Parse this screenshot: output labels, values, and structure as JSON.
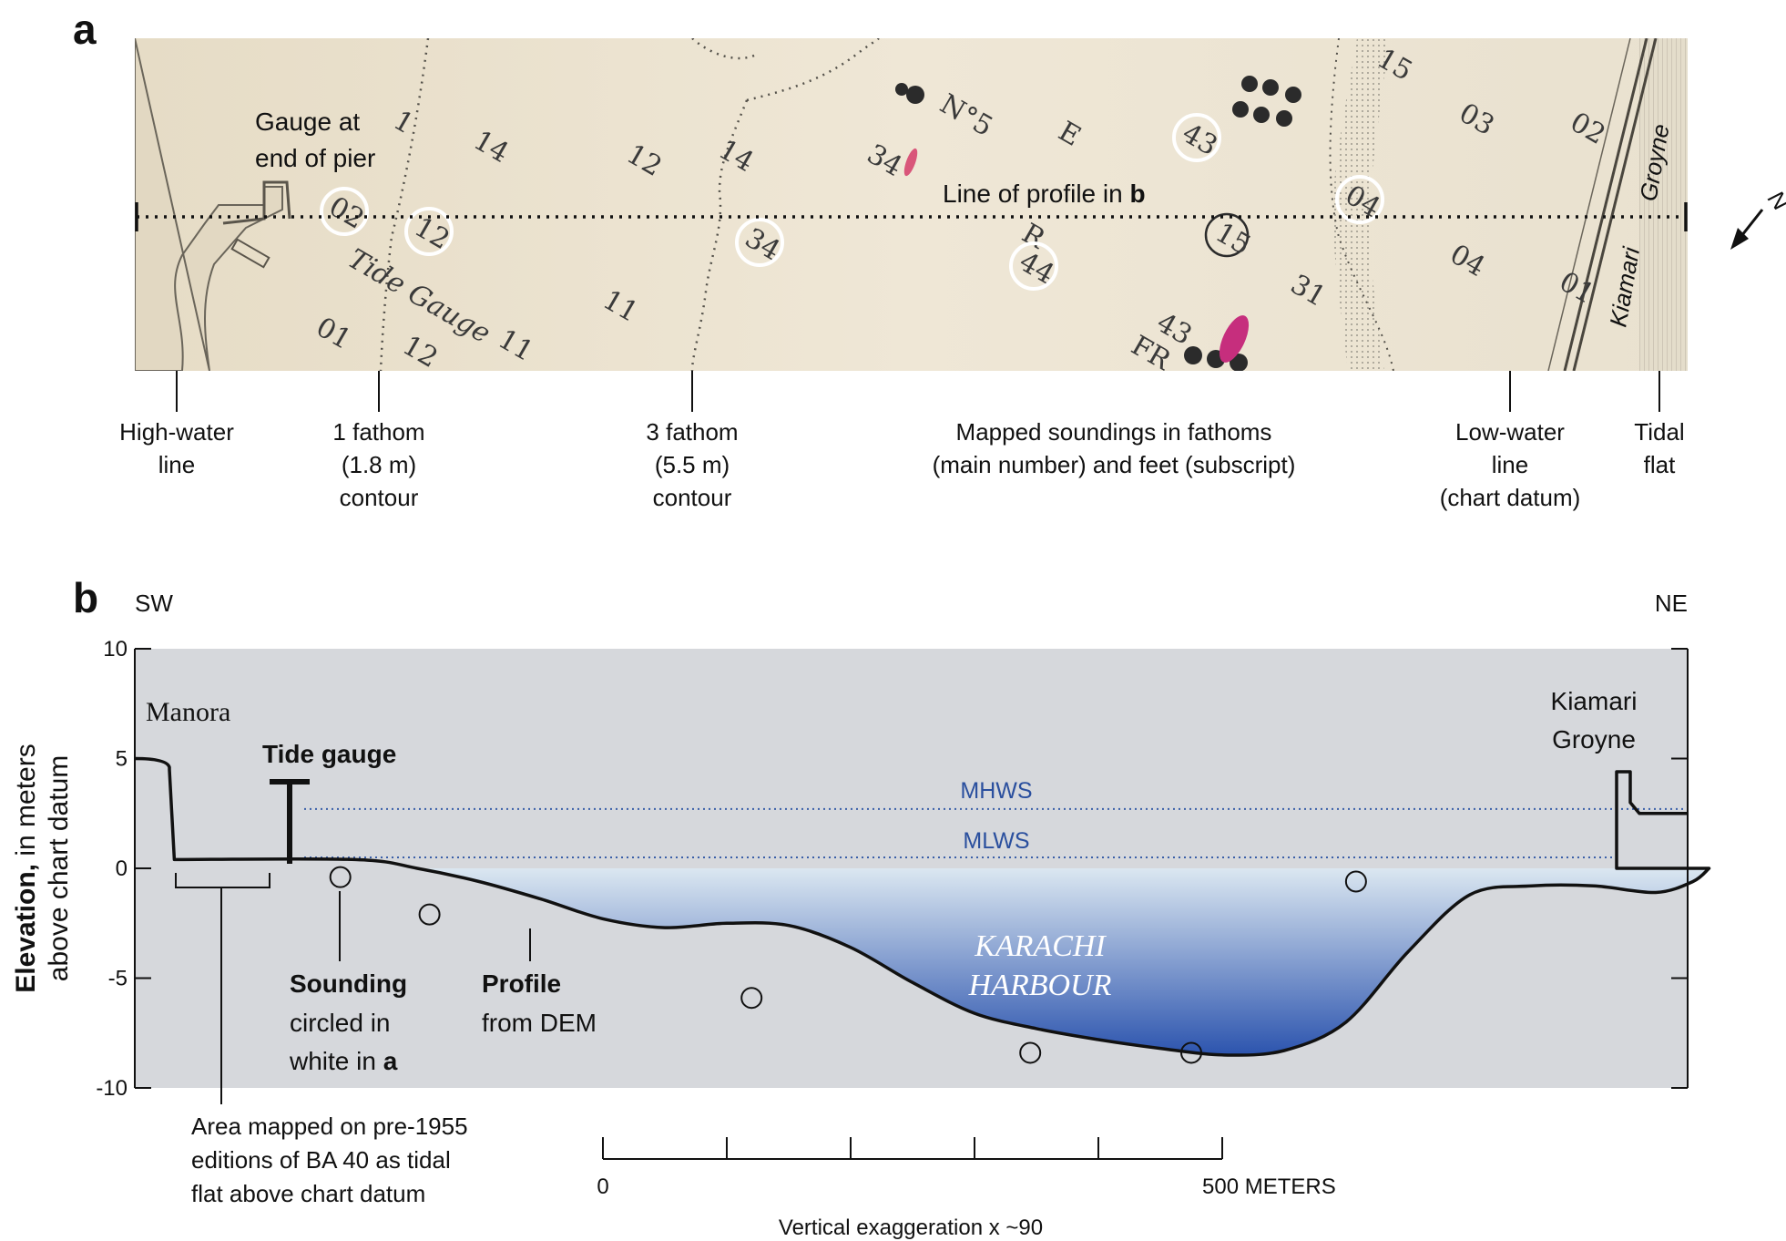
{
  "panel_a": {
    "letter": "a",
    "gauge_label_line1": "Gauge at",
    "gauge_label_line2": "end of pier",
    "profile_line_label_prefix": "Line of profile in ",
    "profile_line_label_bold": "b",
    "map_lettering": {
      "tide_gauge": "Tide Gauge",
      "kiamari": "Kiamari",
      "groyne": "Groyne",
      "no5": "N°5",
      "e": "E",
      "r": "R",
      "fr": "FR",
      "circle15": "15"
    },
    "circled_soundings": [
      "02",
      "12",
      "34",
      "44",
      "43",
      "04"
    ],
    "other_soundings": [
      "1",
      "14",
      "12",
      "14",
      "34",
      "11",
      "01",
      "12",
      "11",
      "31",
      "43",
      "15",
      "03",
      "02",
      "04",
      "01"
    ],
    "callouts": [
      {
        "id": "high-water",
        "lines": [
          "High-water",
          "line"
        ]
      },
      {
        "id": "1-fathom",
        "lines": [
          "1 fathom",
          "(1.8 m)",
          "contour"
        ]
      },
      {
        "id": "3-fathom",
        "lines": [
          "3 fathom",
          "(5.5 m)",
          "contour"
        ]
      },
      {
        "id": "mapped-soundings",
        "lines": [
          "Mapped soundings in fathoms",
          "(main number) and feet (subscript)"
        ]
      },
      {
        "id": "low-water",
        "lines": [
          "Low-water",
          "line",
          "(chart datum)"
        ]
      },
      {
        "id": "tidal-flat",
        "lines": [
          "Tidal",
          "flat"
        ]
      }
    ],
    "north_label": "N"
  },
  "panel_b": {
    "letter": "b",
    "sw": "SW",
    "ne": "NE",
    "manora": "Manora",
    "tide_gauge": "Tide gauge",
    "kiamari_line1": "Kiamari",
    "kiamari_line2": "Groyne",
    "mhws": "MHWS",
    "mlws": "MLWS",
    "harbour_line1": "KARACHI",
    "harbour_line2": "HARBOUR",
    "sounding_bold": "Sounding",
    "sounding_line2": "circled in",
    "sounding_line3": "white in ",
    "sounding_line3_bold": "a",
    "profile_bold": "Profile",
    "profile_line2": "from DEM",
    "area_line1": "Area mapped on pre-1955",
    "area_line2": "editions of BA 40 as tidal",
    "area_line3": "flat above chart datum",
    "y_title_bold": "Elevation,",
    "y_title_rest": " in meters",
    "y_title_line2": "above chart datum",
    "scale_zero": "0",
    "scale_end": "500 METERS",
    "vertical_exaggeration": "Vertical exaggeration x ~90"
  },
  "chart_data": {
    "type": "area",
    "ylabel": "Elevation, in meters above chart datum",
    "ylim": [
      -10,
      10
    ],
    "yticks": [
      "10",
      "5",
      "0",
      "-5",
      "-10"
    ],
    "yticks_values": [
      10,
      5,
      0,
      -5,
      -10
    ],
    "reference_lines": [
      {
        "name": "MHWS",
        "value": 2.7
      },
      {
        "name": "MLWS",
        "value": 0.5
      }
    ],
    "scale_bar_meters": [
      0,
      500
    ],
    "profile_m": [
      [
        -380,
        5.0
      ],
      [
        -350,
        4.5
      ],
      [
        -346,
        0.4
      ],
      [
        -200,
        0.4
      ],
      [
        -150,
        0.0
      ],
      [
        -100,
        -0.6
      ],
      [
        -50,
        -1.4
      ],
      [
        0,
        -2.3
      ],
      [
        50,
        -2.7
      ],
      [
        100,
        -2.5
      ],
      [
        150,
        -2.6
      ],
      [
        200,
        -3.6
      ],
      [
        250,
        -5.2
      ],
      [
        300,
        -6.6
      ],
      [
        350,
        -7.3
      ],
      [
        400,
        -7.8
      ],
      [
        450,
        -8.2
      ],
      [
        500,
        -8.5
      ],
      [
        550,
        -8.3
      ],
      [
        600,
        -7.0
      ],
      [
        650,
        -3.8
      ],
      [
        700,
        -1.2
      ],
      [
        750,
        -0.8
      ],
      [
        800,
        -0.8
      ],
      [
        850,
        -1.1
      ],
      [
        880,
        -0.6
      ],
      [
        893,
        0.0
      ]
    ],
    "soundings": [
      {
        "label": "02",
        "x_m": -212,
        "y": -0.4
      },
      {
        "label": "12",
        "x_m": -140,
        "y": -2.1
      },
      {
        "label": "34",
        "x_m": 120,
        "y": -5.9
      },
      {
        "label": "44",
        "x_m": 345,
        "y": -8.4
      },
      {
        "label": "43",
        "x_m": 475,
        "y": -8.4
      },
      {
        "label": "04",
        "x_m": 608,
        "y": -0.6
      }
    ]
  },
  "colors": {
    "land": "#d6d8dc",
    "water_top": "#dbe7f1",
    "water_bottom": "#2c54ae",
    "map_paper": "#eee6d4",
    "reference_line": "#3a5fa8"
  }
}
